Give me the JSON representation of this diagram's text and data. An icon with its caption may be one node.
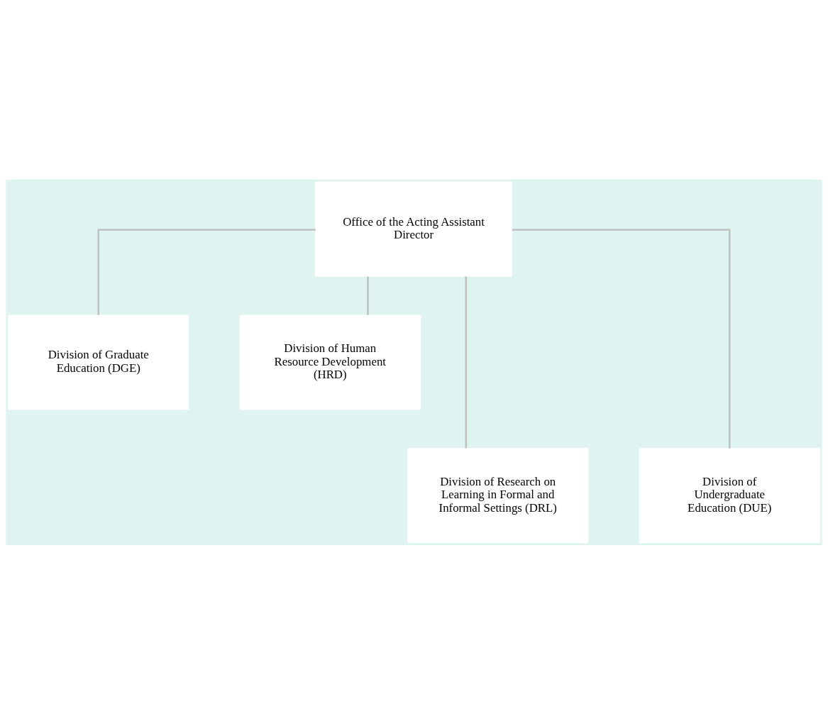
{
  "diagram": {
    "nodes": [
      {
        "text": [
          "Office of the Acting Assistant Director"
        ]
      },
      {
        "text": [
          "Division of Graduate Education (DGE)"
        ]
      },
      {
        "text": [
          "Division of Human Resource Development (HRD)"
        ]
      },
      {
        "text": [
          "Division of Research on Learning in Formal and Informal Settings (DRL)"
        ]
      },
      {
        "text": [
          "Division of Undergraduate Education (DUE)"
        ]
      }
    ],
    "edges": [
      {
        "from": 0,
        "to": 1,
        "arrow": "none"
      },
      {
        "from": 0,
        "to": 2,
        "arrow": "none"
      },
      {
        "from": 0,
        "to": 3,
        "arrow": "none"
      },
      {
        "from": 0,
        "to": 4,
        "arrow": "none"
      }
    ]
  }
}
